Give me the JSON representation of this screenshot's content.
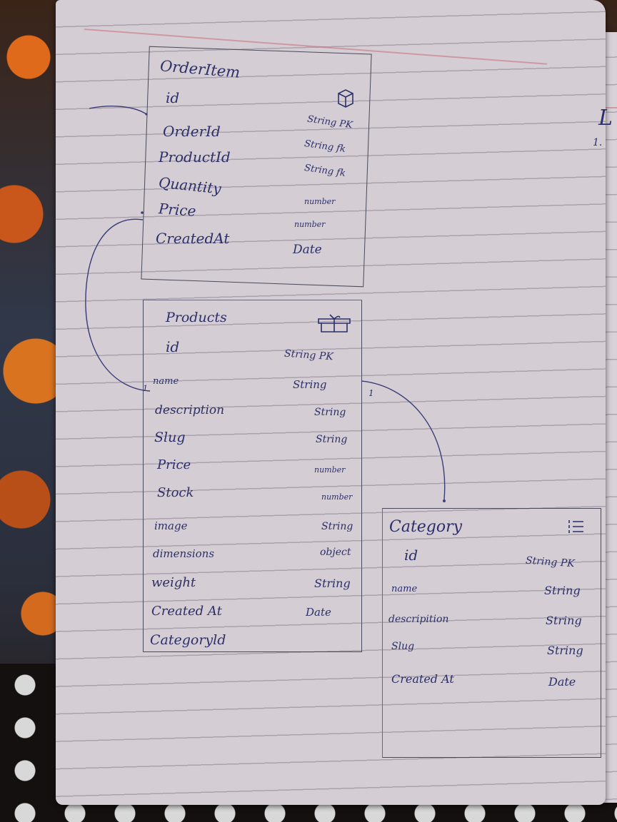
{
  "entities": {
    "order_item": {
      "title": "OrderItem",
      "fields": [
        {
          "name": "id",
          "type": ""
        },
        {
          "name": "OrderId",
          "type": "String PK"
        },
        {
          "name": "ProductId",
          "type": "String fk"
        },
        {
          "name": "Quantity",
          "type": "String fk"
        },
        {
          "name": "Price",
          "type": "number"
        },
        {
          "name": "CreatedAt",
          "type": "number"
        },
        {
          "name": "",
          "type": "Date"
        }
      ]
    },
    "products": {
      "title": "Products",
      "fields": [
        {
          "name": "id",
          "type": "String PK"
        },
        {
          "name": "name",
          "type": "String"
        },
        {
          "name": "description",
          "type": "String"
        },
        {
          "name": "Slug",
          "type": "String"
        },
        {
          "name": "Price",
          "type": "number"
        },
        {
          "name": "Stock",
          "type": "number"
        },
        {
          "name": "image",
          "type": "String"
        },
        {
          "name": "dimensions",
          "type": "object"
        },
        {
          "name": "weight",
          "type": "String"
        },
        {
          "name": "Created At",
          "type": "Date"
        },
        {
          "name": "Categoryld",
          "type": ""
        }
      ]
    },
    "category": {
      "title": "Category",
      "fields": [
        {
          "name": "id",
          "type": "String PK"
        },
        {
          "name": "name",
          "type": "String"
        },
        {
          "name": "descripition",
          "type": "String"
        },
        {
          "name": "Slug",
          "type": "String"
        },
        {
          "name": "Created At",
          "type": "Date"
        }
      ]
    }
  },
  "relations": {
    "orderitem_one": "1",
    "products_one": "1"
  },
  "margin_marks": {
    "right_top": "L",
    "right_num": "1."
  },
  "icons": {
    "order_item": "cube-icon",
    "products": "gift-icon",
    "category": "list-icon"
  }
}
